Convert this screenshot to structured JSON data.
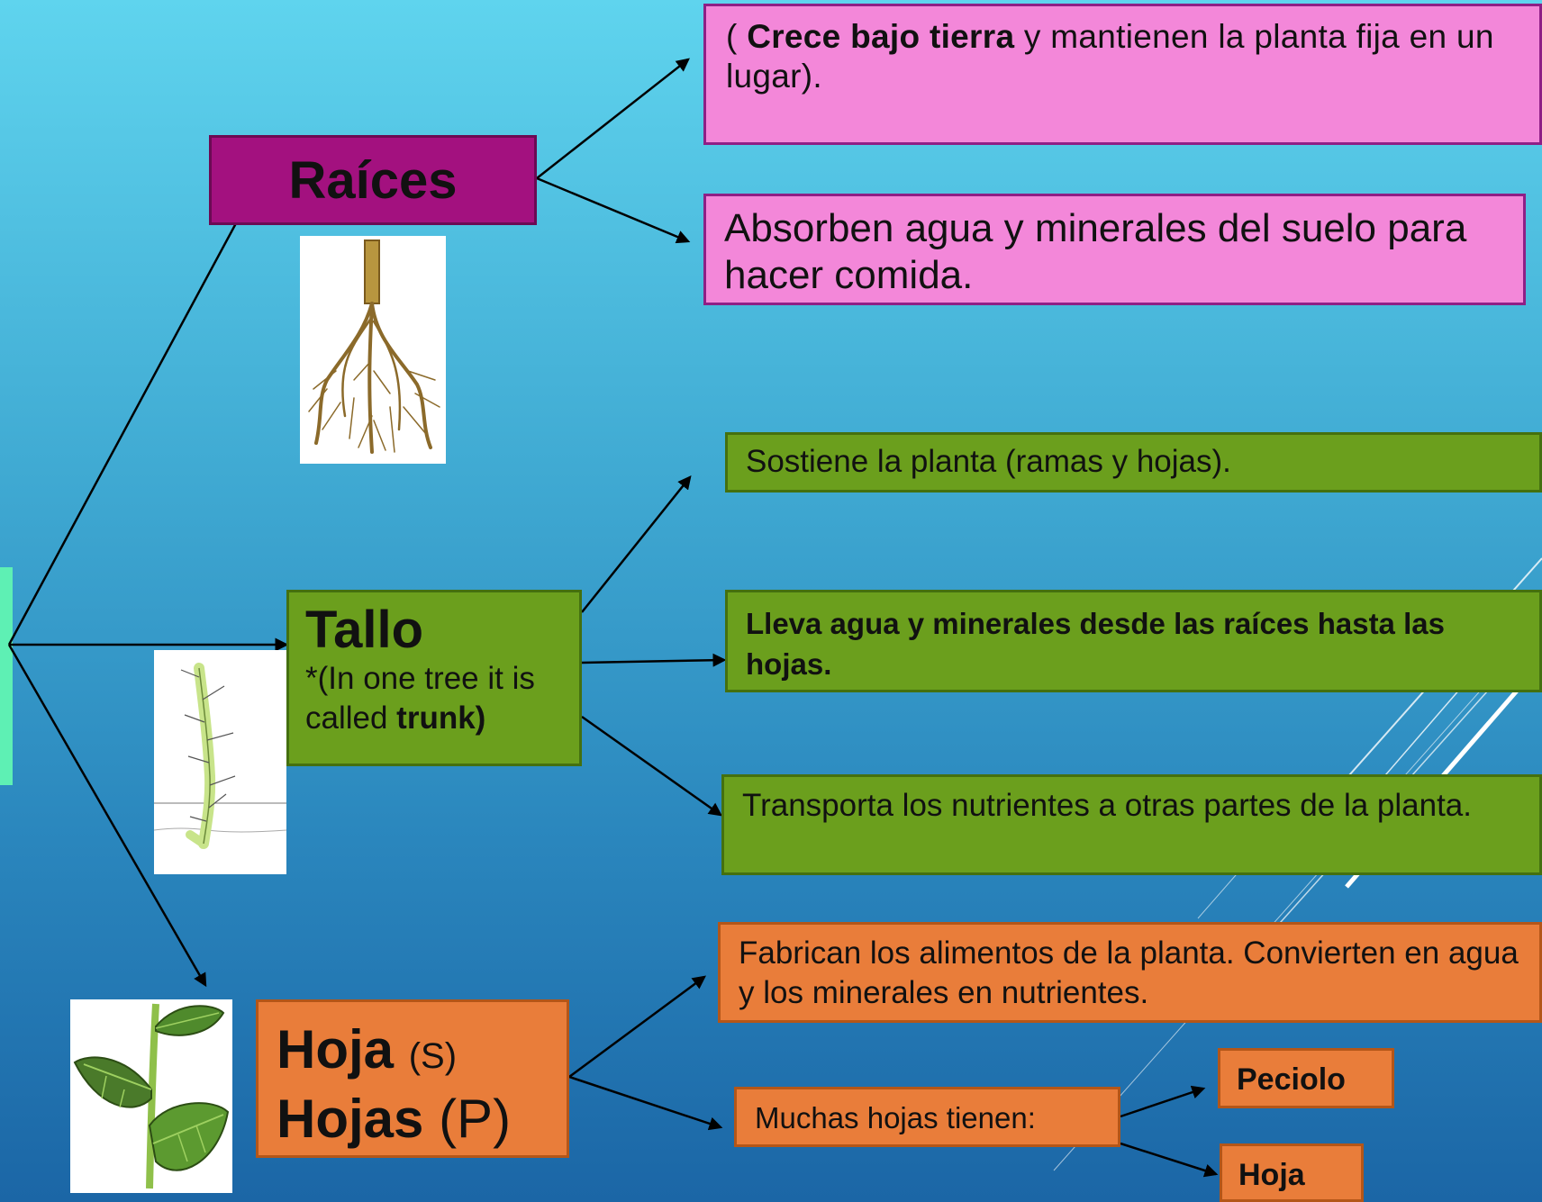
{
  "roots": {
    "title": "Raíces",
    "desc1_bold": "Crece bajo tierra",
    "desc1_open": "( ",
    "desc1_rest": " y mantienen la planta fija en un lugar).",
    "desc2": "Absorben agua y minerales del suelo para hacer comida."
  },
  "stem": {
    "title": "Tallo",
    "note_prefix": "*(In one tree it is called ",
    "note_bold": "trunk)",
    "desc1": "Sostiene la planta (ramas y hojas).",
    "desc2": "Lleva agua y minerales desde las raíces hasta las hojas.",
    "desc3": "Transporta los nutrientes a otras partes de la planta."
  },
  "leaves": {
    "singular": "Hoja",
    "singular_tag": "(S)",
    "plural": "Hojas",
    "plural_tag": "(P)",
    "desc1": "Fabrican los alimentos de la planta. Convierten en agua y los minerales en nutrientes.",
    "parts_label": "Muchas hojas tienen:",
    "part1": "Peciolo",
    "part2": "Hoja"
  },
  "colors": {
    "pink": "#f387d9",
    "magenta": "#a3117f",
    "green": "#6b9f1d",
    "orange": "#e97d3a",
    "left_accent": "#5ef0b4"
  }
}
